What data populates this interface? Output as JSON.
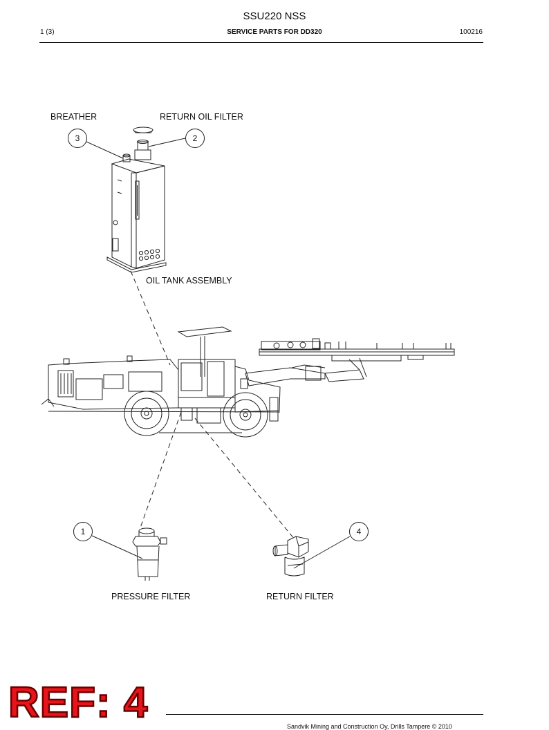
{
  "header": {
    "title": "SSU220 NSS",
    "page": "1 (3)",
    "subtitle": "SERVICE PARTS FOR DD320",
    "code": "100216"
  },
  "labels": {
    "breather": "BREATHER",
    "return_oil_filter": "RETURN OIL FILTER",
    "oil_tank_assembly": "OIL TANK ASSEMBLY",
    "pressure_filter": "PRESSURE FILTER",
    "return_filter": "RETURN FILTER"
  },
  "callouts": {
    "breather": "3",
    "return_oil_filter": "2",
    "pressure_filter": "1",
    "return_filter": "4"
  },
  "footer": {
    "text": "Sandvik Mining and Construction Oy, Drills Tampere © 2010"
  },
  "stamp": {
    "text": "REF: 4"
  }
}
